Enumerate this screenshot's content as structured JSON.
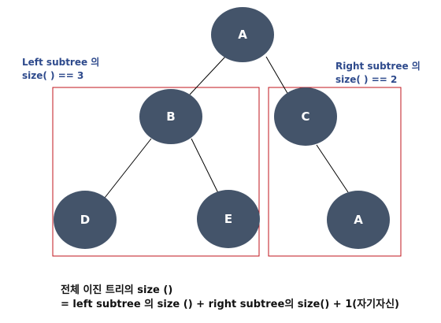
{
  "colors": {
    "node_fill": "#44546a",
    "node_text": "#ffffff",
    "edge": "#000000",
    "box_stroke": "#c0141c",
    "annotation_text": "#2e4a8c",
    "caption_text": "#111111"
  },
  "nodes": {
    "root": "A",
    "b": "B",
    "c": "C",
    "d": "D",
    "e": "E",
    "leaf_a": "A"
  },
  "annotations": {
    "left_line1": "Left subtree 의",
    "left_line2": "size( ) == 3",
    "right_line1": "Right subtree 의",
    "right_line2": "size( ) == 2"
  },
  "caption": {
    "line1": "전체 이진 트리의 size ()",
    "line2": "= left subtree 의 size () + right subtree의 size() + 1(자기자신)"
  }
}
